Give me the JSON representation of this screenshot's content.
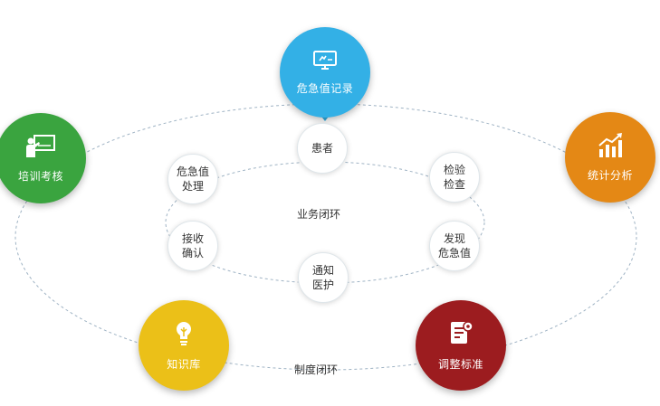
{
  "center_label": "业务闭环",
  "outer_label": "制度闭环",
  "big_nodes": {
    "record": {
      "label": "危急值记录",
      "color": "#33b0e6",
      "icon": "monitor-icon"
    },
    "training": {
      "label": "培训考核",
      "color": "#3aa43f",
      "icon": "teacher-board-icon"
    },
    "stats": {
      "label": "统计分析",
      "color": "#e48815",
      "icon": "bar-chart-icon"
    },
    "knowledge": {
      "label": "知识库",
      "color": "#ebc018",
      "icon": "lightbulb-icon"
    },
    "adjust": {
      "label": "调整标准",
      "color": "#9c1c1f",
      "icon": "document-gear-icon"
    }
  },
  "small_nodes": {
    "patient": {
      "l1": "患者"
    },
    "exam": {
      "l1": "检验",
      "l2": "检查"
    },
    "find": {
      "l1": "发现",
      "l2": "危急值"
    },
    "notify": {
      "l1": "通知",
      "l2": "医护"
    },
    "receive": {
      "l1": "接收",
      "l2": "确认"
    },
    "handle": {
      "l1": "危急值",
      "l2": "处理"
    }
  }
}
